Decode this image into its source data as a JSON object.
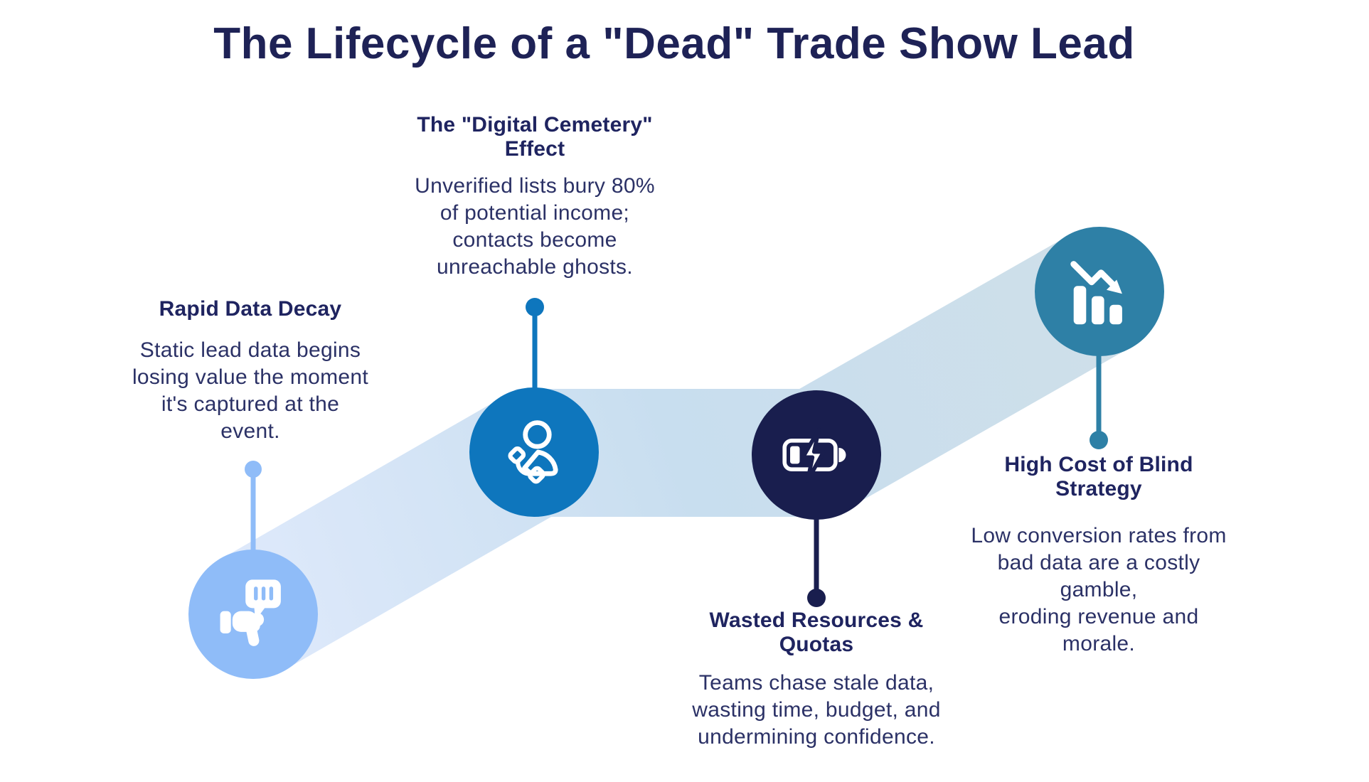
{
  "title": "The Lifecycle of a \"Dead\" Trade Show Lead",
  "colors": {
    "stage1": "#8FBCF8",
    "stage2": "#0E76BD",
    "stage3": "#191E4E",
    "stage4": "#2E80A6",
    "title_text": "#1E2256",
    "heading_text": "#1F2460",
    "body_text": "#2B3166",
    "band_start": "#DEE9FB",
    "band_mid": "#C8DEEF",
    "band_end": "#CEDFE9"
  },
  "stages": [
    {
      "heading_lines": [
        "Rapid Data Decay"
      ],
      "body_lines": [
        "Static lead data begins",
        "losing value the moment",
        "it's captured at the",
        "event."
      ],
      "icon": "thumbs-down-feedback-icon"
    },
    {
      "heading_lines": [
        "The \"Digital Cemetery\"",
        "Effect"
      ],
      "body_lines": [
        "Unverified lists bury 80%",
        "of potential income;",
        "contacts become",
        "unreachable ghosts."
      ],
      "icon": "person-call-icon"
    },
    {
      "heading_lines": [
        "Wasted Resources &",
        "Quotas"
      ],
      "body_lines": [
        "Teams chase stale data,",
        "wasting time, budget, and",
        "undermining confidence."
      ],
      "icon": "battery-charging-icon"
    },
    {
      "heading_lines": [
        "High Cost of Blind",
        "Strategy"
      ],
      "body_lines": [
        "Low conversion rates from",
        "bad data are a costly gamble,",
        "eroding revenue and morale."
      ],
      "icon": "declining-chart-icon"
    }
  ]
}
